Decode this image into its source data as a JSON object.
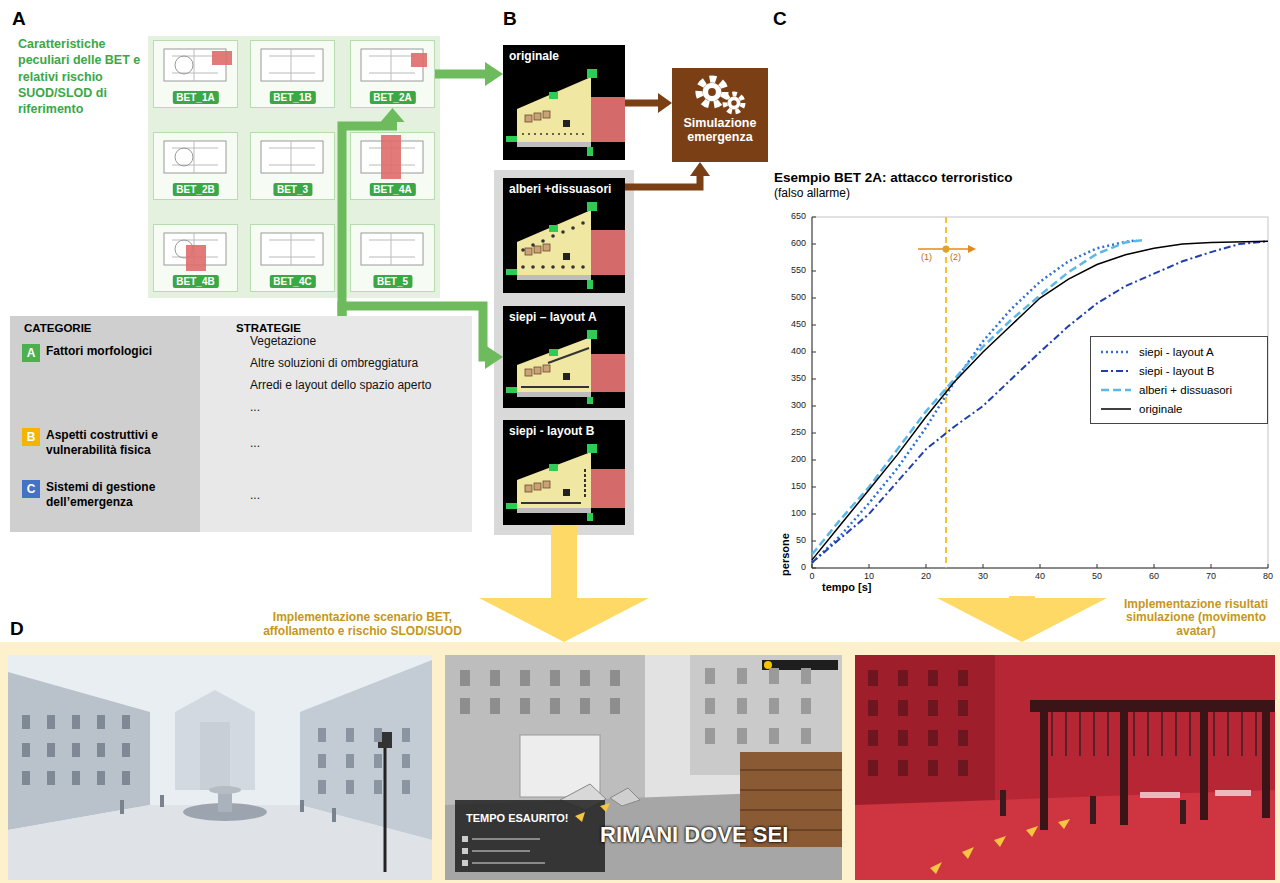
{
  "diagram": {
    "nodes": [
      {
        "text": [
          "BET_1A"
        ]
      },
      {
        "text": [
          "BET_1B"
        ]
      },
      {
        "text": [
          "BET_2A"
        ]
      },
      {
        "text": [
          "BET_2B"
        ]
      },
      {
        "text": [
          "BET_3"
        ]
      },
      {
        "text": [
          "BET_4A"
        ]
      },
      {
        "text": [
          "BET_4B"
        ]
      },
      {
        "text": [
          "BET_4C"
        ]
      },
      {
        "text": [
          "BET_5"
        ]
      },
      {
        "text": [
          "CATEGORIE",
          "STRATEGIE"
        ]
      },
      {
        "text": [
          "A",
          "Fattori morfologici"
        ],
        "in": 9
      },
      {
        "text": [
          "B",
          "Aspetti costruttivi e vulnerabilità fisica"
        ],
        "in": 9
      },
      {
        "text": [
          "C",
          "Sistemi di gestione dell’emergenza"
        ],
        "in": 9
      },
      {
        "text": [
          "originale"
        ]
      },
      {
        "text": [
          "alberi +dissuasori"
        ]
      },
      {
        "text": [
          "siepi – layout A"
        ]
      },
      {
        "text": [
          "siepi - layout B"
        ]
      },
      {
        "text": [
          "Simulazione emergenza"
        ]
      },
      {
        "text": [
          "Esempio BET 2A: attacco terroristico",
          "(falso allarme)"
        ]
      },
      {
        "text": [
          "Implementazione scenario BET, affollamento e rischio SLOD/SUOD",
          "Implementazione risultati simulazione (movimento avatar)"
        ]
      }
    ],
    "edges": [
      {
        "from": 2,
        "to": 13,
        "arrow": "to"
      },
      {
        "from": 9,
        "to": 2,
        "arrow": "to"
      },
      {
        "from": 9,
        "to": 15,
        "arrow": "to"
      },
      {
        "from": 13,
        "to": 17,
        "arrow": "to"
      },
      {
        "from": 14,
        "to": 17,
        "arrow": "to"
      },
      {
        "from": 16,
        "to": 19,
        "arrow": "to"
      },
      {
        "from": 18,
        "to": 19,
        "arrow": "to"
      }
    ],
    "labels": [
      "A",
      "B",
      "C",
      "D",
      "Caratteristiche peculiari delle BET e relativi rischio SUOD/SLOD di riferimento",
      "Vegetazione",
      "Altre soluzioni di ombreggiatura",
      "Arredi e layout dello spazio aperto",
      "...",
      "...",
      "...",
      "0",
      "50",
      "100",
      "150",
      "200",
      "250",
      "300",
      "350",
      "400",
      "450",
      "500",
      "550",
      "600",
      "650",
      "0",
      "10",
      "20",
      "30",
      "40",
      "50",
      "60",
      "70",
      "80",
      "persone",
      "tempo [s]",
      "(1)",
      "(2)",
      "TEMPO ESAURITO!",
      "RIMANI DOVE SEI"
    ],
    "legend": [
      {
        "text": "siepi - layout A"
      },
      {
        "text": "siepi - layout B"
      },
      {
        "text": "alberi + dissuasori"
      },
      {
        "text": "originale"
      }
    ]
  }
}
